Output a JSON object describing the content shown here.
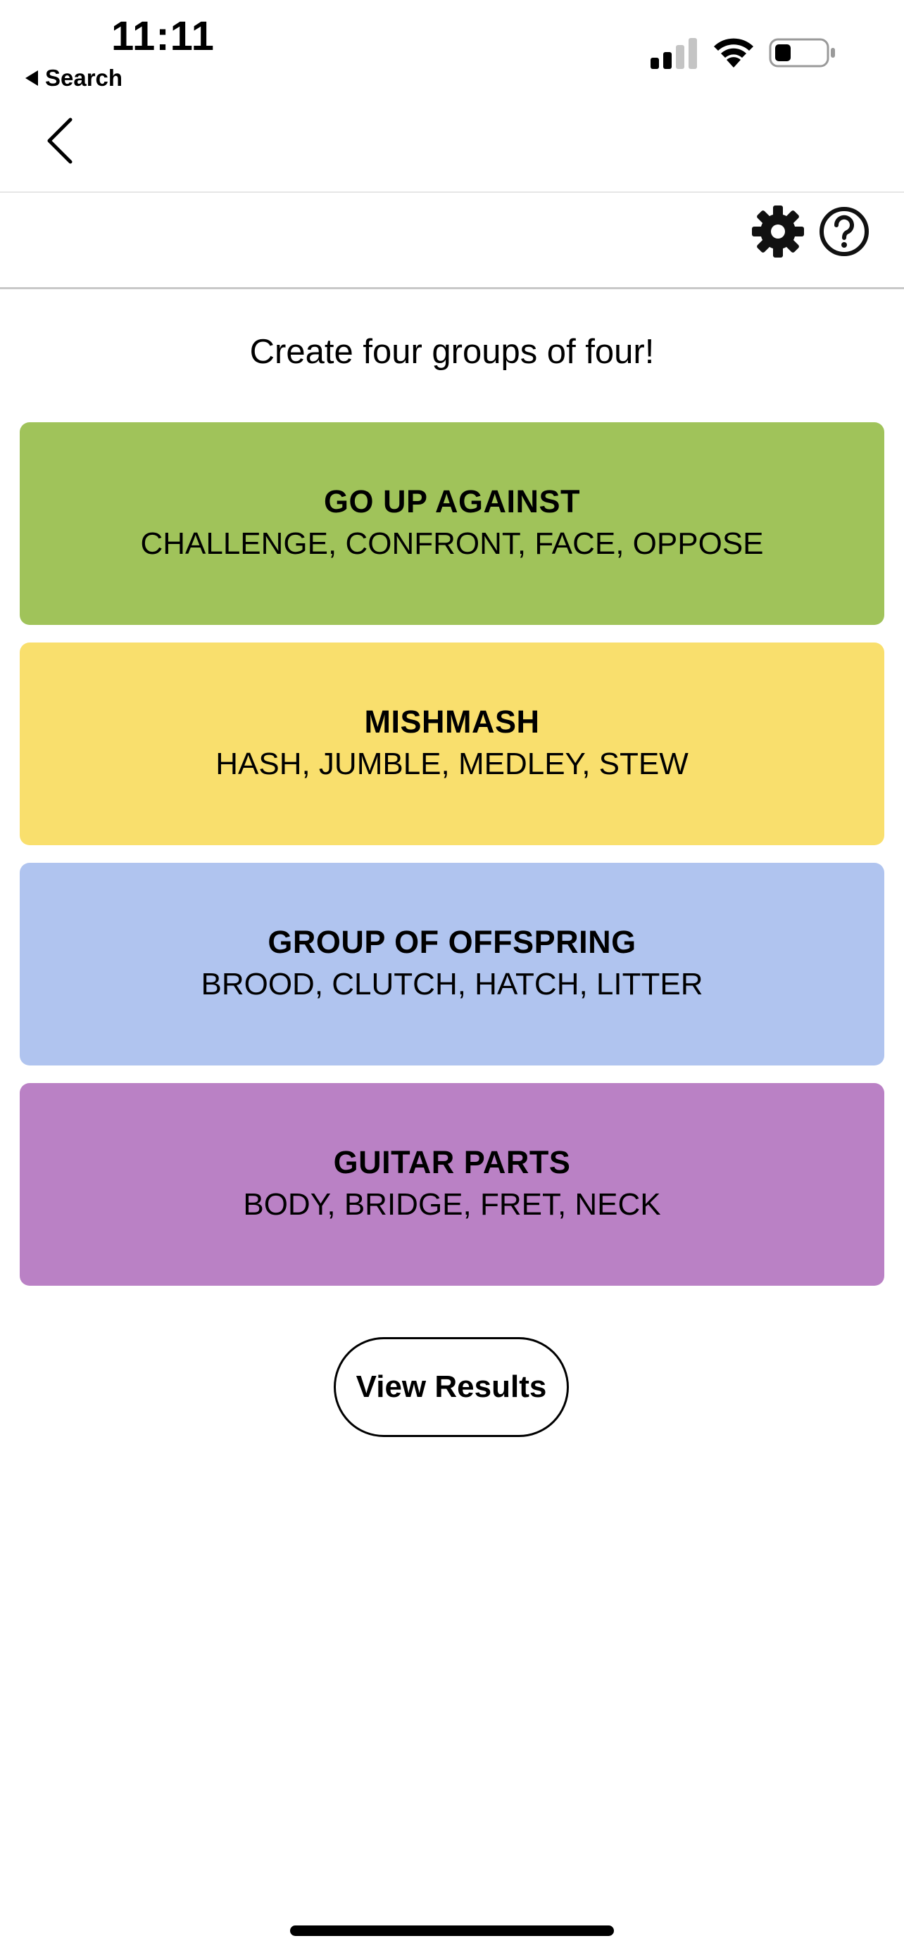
{
  "status_bar": {
    "time": "11:11",
    "back_app_label": "Search"
  },
  "icons": {
    "signal": "cellular-signal-icon",
    "wifi": "wifi-icon",
    "battery": "battery-icon",
    "back": "chevron-left-icon",
    "settings": "gear-icon",
    "help": "question-mark-icon"
  },
  "game": {
    "instructions": "Create four groups of four!",
    "groups": [
      {
        "title": "GO UP AGAINST",
        "members": "CHALLENGE, CONFRONT, FACE, OPPOSE",
        "color": "#a0c35a"
      },
      {
        "title": "MISHMASH",
        "members": "HASH, JUMBLE, MEDLEY, STEW",
        "color": "#f9df6d"
      },
      {
        "title": "GROUP OF OFFSPRING",
        "members": "BROOD, CLUTCH, HATCH, LITTER",
        "color": "#b0c4ef"
      },
      {
        "title": "GUITAR PARTS",
        "members": "BODY, BRIDGE, FRET, NECK",
        "color": "#ba81c5"
      }
    ],
    "view_results_label": "View Results"
  }
}
